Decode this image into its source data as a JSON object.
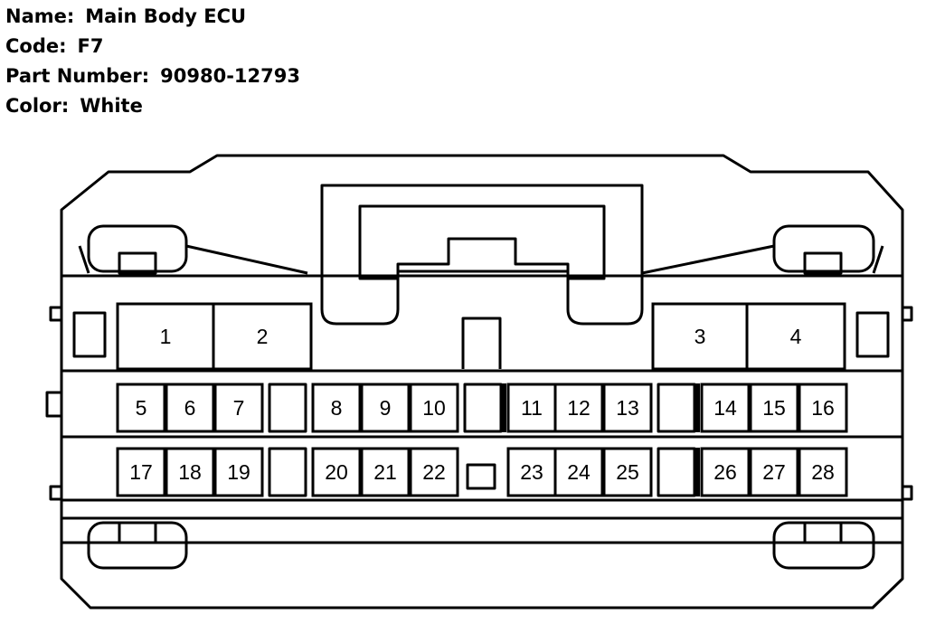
{
  "info": {
    "name_label": "Name:",
    "name_value": "Main Body ECU",
    "code_label": "Code:",
    "code_value": "F7",
    "part_label": "Part Number:",
    "part_value": "90980-12793",
    "color_label": "Color:",
    "color_value": "White"
  },
  "pins": [
    "1",
    "2",
    "3",
    "4",
    "5",
    "6",
    "7",
    "8",
    "9",
    "10",
    "11",
    "12",
    "13",
    "14",
    "15",
    "16",
    "17",
    "18",
    "19",
    "20",
    "21",
    "22",
    "23",
    "24",
    "25",
    "26",
    "27",
    "28"
  ]
}
